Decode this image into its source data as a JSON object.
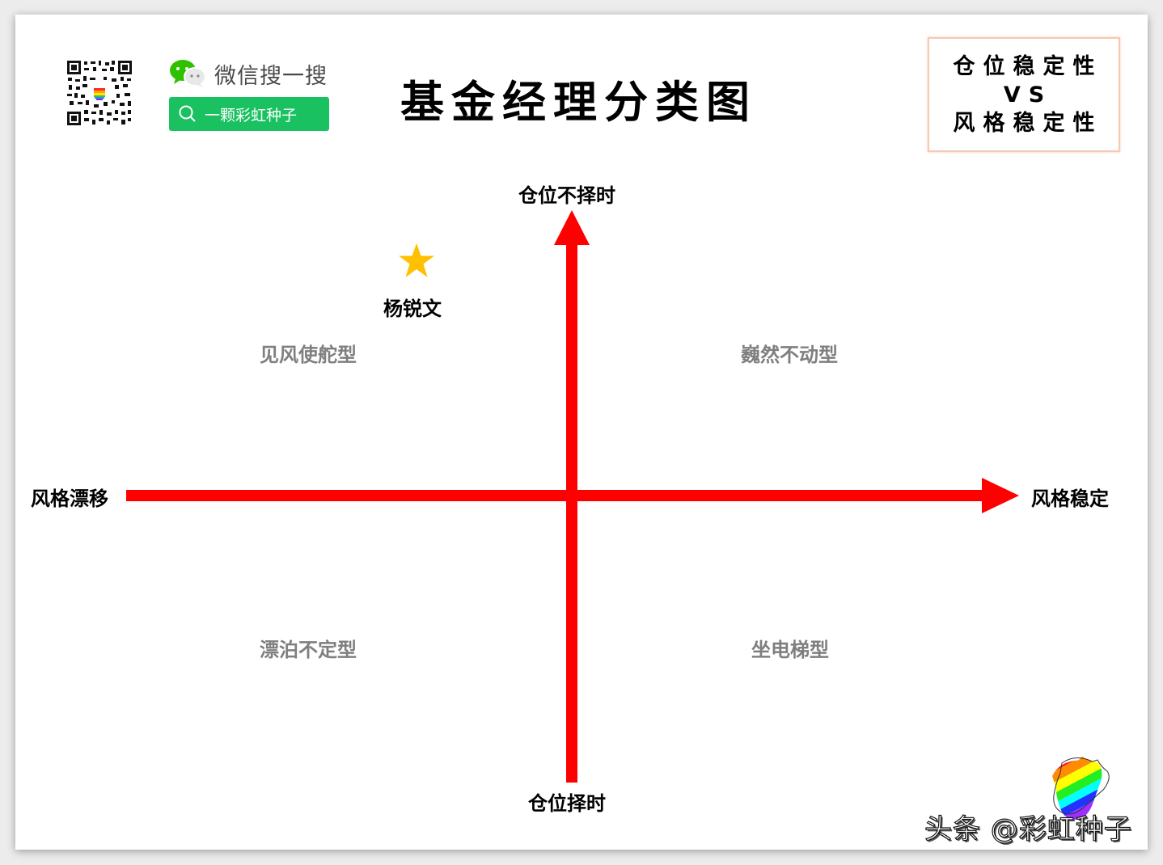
{
  "header": {
    "wechat_title": "微信搜一搜",
    "search_text": "一颗彩虹种子",
    "main_title": "基金经理分类图",
    "vs_box": {
      "line1": "仓位稳定性",
      "line2": "VS",
      "line3": "风格稳定性"
    }
  },
  "axes": {
    "top": "仓位不择时",
    "bottom": "仓位择时",
    "left": "风格漂移",
    "right": "风格稳定",
    "color": "#ff0000"
  },
  "quadrants": {
    "top_left": "见风使舵型",
    "top_right": "巍然不动型",
    "bottom_left": "漂泊不定型",
    "bottom_right": "坐电梯型"
  },
  "marker": {
    "name": "杨锐文",
    "icon": "star-icon",
    "color": "#ffc000",
    "quadrant": "top_left"
  },
  "watermark": "头条 @彩虹种子",
  "colors": {
    "wechat_green": "#19c160",
    "quadrant_text": "#7f7f7f",
    "vs_border": "#f6c9b3"
  }
}
